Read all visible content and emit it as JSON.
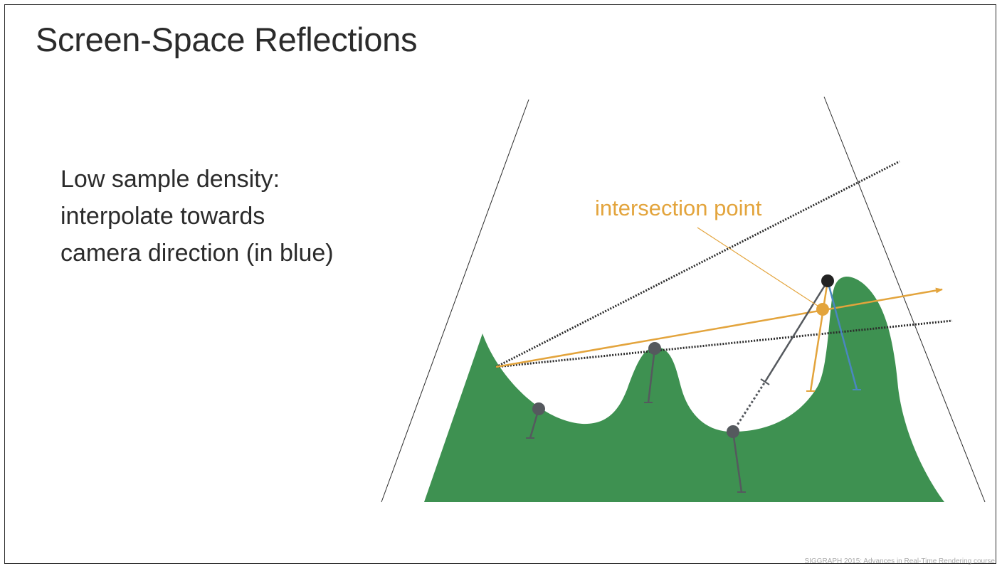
{
  "slide": {
    "title": "Screen-Space Reflections",
    "body_lines": [
      "Low sample density:",
      "interpolate towards",
      "camera direction (in blue)"
    ],
    "footer": "SIGGRAPH 2015: Advances in Real-Time Rendering course"
  },
  "diagram": {
    "callout_label": "intersection point",
    "colors": {
      "terrain": "#3e9151",
      "reflection_ray": "#e3a43c",
      "camera_direction": "#4a87c0",
      "sample": "#55595e",
      "line": "#2b2b2b",
      "dot_black": "#222222"
    }
  }
}
